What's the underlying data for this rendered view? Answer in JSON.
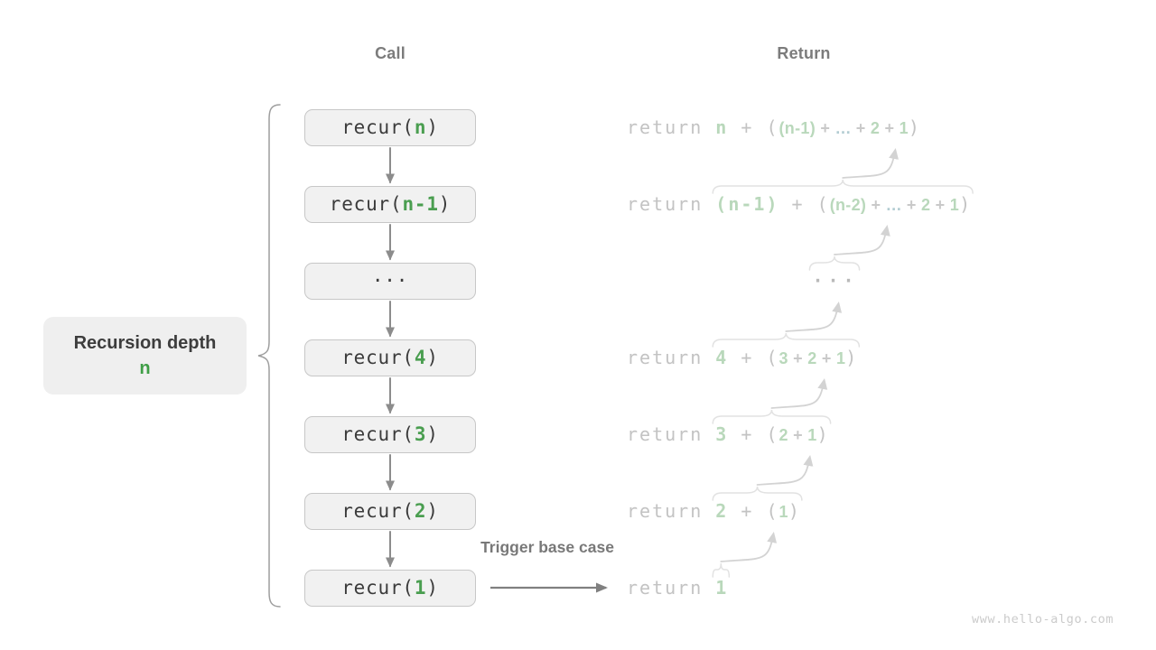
{
  "headers": {
    "call": "Call",
    "return": "Return"
  },
  "depth_label": {
    "title": "Recursion depth",
    "value": "n"
  },
  "trigger_label": "Trigger base case",
  "watermark": "www.hello-algo.com",
  "colors": {
    "box_fill": "#f1f1f1",
    "box_border": "#c7c7c7",
    "call_text": "#3b3b3b",
    "call_value_green": "#4a9e50",
    "header_gray": "#7c7c7c",
    "return_gray": "#c3c3c3",
    "return_green_light": "#b9d8bb",
    "return_teal_light": "#b2ccd2",
    "call_arrow_gray": "#8c8c8c",
    "trigger_arrow_gray": "#808080",
    "brace_gray": "#9e9e9e",
    "faint_brace": "#e2e2e2",
    "faint_arrow": "#d3d3d3"
  },
  "call_column": {
    "boxes": [
      {
        "name": "recur-n",
        "segments": [
          {
            "k": "cd",
            "t": "recur("
          },
          {
            "k": "cg",
            "t": "n"
          },
          {
            "k": "cd",
            "t": ")"
          }
        ]
      },
      {
        "name": "recur-n-1",
        "segments": [
          {
            "k": "cd",
            "t": "recur("
          },
          {
            "k": "cg",
            "t": "n-1"
          },
          {
            "k": "cd",
            "t": ")"
          }
        ]
      },
      {
        "name": "ellipsis",
        "segments": [
          {
            "k": "cd",
            "t": "···"
          }
        ]
      },
      {
        "name": "recur-4",
        "segments": [
          {
            "k": "cd",
            "t": "recur("
          },
          {
            "k": "cg",
            "t": "4"
          },
          {
            "k": "cd",
            "t": ")"
          }
        ]
      },
      {
        "name": "recur-3",
        "segments": [
          {
            "k": "cd",
            "t": "recur("
          },
          {
            "k": "cg",
            "t": "3"
          },
          {
            "k": "cd",
            "t": ")"
          }
        ]
      },
      {
        "name": "recur-2",
        "segments": [
          {
            "k": "cd",
            "t": "recur("
          },
          {
            "k": "cg",
            "t": "2"
          },
          {
            "k": "cd",
            "t": ")"
          }
        ]
      },
      {
        "name": "recur-1",
        "segments": [
          {
            "k": "cd",
            "t": "recur("
          },
          {
            "k": "cg",
            "t": "1"
          },
          {
            "k": "cd",
            "t": ")"
          }
        ]
      }
    ]
  },
  "return_column": {
    "rows": [
      {
        "name": "return-n",
        "has_brace": false,
        "segments": [
          {
            "k": "ret",
            "t": "return "
          },
          {
            "k": "rv",
            "t": "n"
          },
          {
            "k": "rg",
            "t": " + ("
          },
          {
            "k": "tg",
            "t": "(n-1)"
          },
          {
            "k": "tx",
            "t": " + "
          },
          {
            "k": "te",
            "t": "…"
          },
          {
            "k": "tx",
            "t": " + "
          },
          {
            "k": "tg",
            "t": "2"
          },
          {
            "k": "tx",
            "t": " + "
          },
          {
            "k": "tg",
            "t": "1"
          },
          {
            "k": "rg",
            "t": ")"
          }
        ]
      },
      {
        "name": "return-n-1",
        "has_brace": true,
        "segments": [
          {
            "k": "ret",
            "t": "return "
          },
          {
            "k": "rv",
            "t": "(n-1)"
          },
          {
            "k": "rg",
            "t": " + ("
          },
          {
            "k": "tg",
            "t": "(n-2)"
          },
          {
            "k": "tx",
            "t": " + "
          },
          {
            "k": "te",
            "t": "…"
          },
          {
            "k": "tx",
            "t": " + "
          },
          {
            "k": "tg",
            "t": "2"
          },
          {
            "k": "tx",
            "t": " + "
          },
          {
            "k": "tg",
            "t": "1"
          },
          {
            "k": "rg",
            "t": ")"
          }
        ]
      },
      {
        "name": "return-ellipsis",
        "has_brace": true,
        "segments": [
          {
            "k": "dots",
            "t": "···"
          }
        ]
      },
      {
        "name": "return-4",
        "has_brace": true,
        "segments": [
          {
            "k": "ret",
            "t": "return "
          },
          {
            "k": "rv",
            "t": "4"
          },
          {
            "k": "rg",
            "t": " + ("
          },
          {
            "k": "tg",
            "t": "3"
          },
          {
            "k": "tx",
            "t": " + "
          },
          {
            "k": "tg",
            "t": "2"
          },
          {
            "k": "tx",
            "t": " + "
          },
          {
            "k": "tg",
            "t": "1"
          },
          {
            "k": "rg",
            "t": ")"
          }
        ]
      },
      {
        "name": "return-3",
        "has_brace": true,
        "segments": [
          {
            "k": "ret",
            "t": "return "
          },
          {
            "k": "rv",
            "t": "3"
          },
          {
            "k": "rg",
            "t": " + ("
          },
          {
            "k": "tg",
            "t": "2"
          },
          {
            "k": "tx",
            "t": " + "
          },
          {
            "k": "tg",
            "t": "1"
          },
          {
            "k": "rg",
            "t": ")"
          }
        ]
      },
      {
        "name": "return-2",
        "has_brace": true,
        "segments": [
          {
            "k": "ret",
            "t": "return "
          },
          {
            "k": "rv",
            "t": "2"
          },
          {
            "k": "rg",
            "t": " + ("
          },
          {
            "k": "tg",
            "t": "1"
          },
          {
            "k": "rg",
            "t": ")"
          }
        ]
      },
      {
        "name": "return-1",
        "has_brace": true,
        "segments": [
          {
            "k": "ret",
            "t": "return "
          },
          {
            "k": "rv",
            "t": "1"
          }
        ]
      }
    ]
  }
}
